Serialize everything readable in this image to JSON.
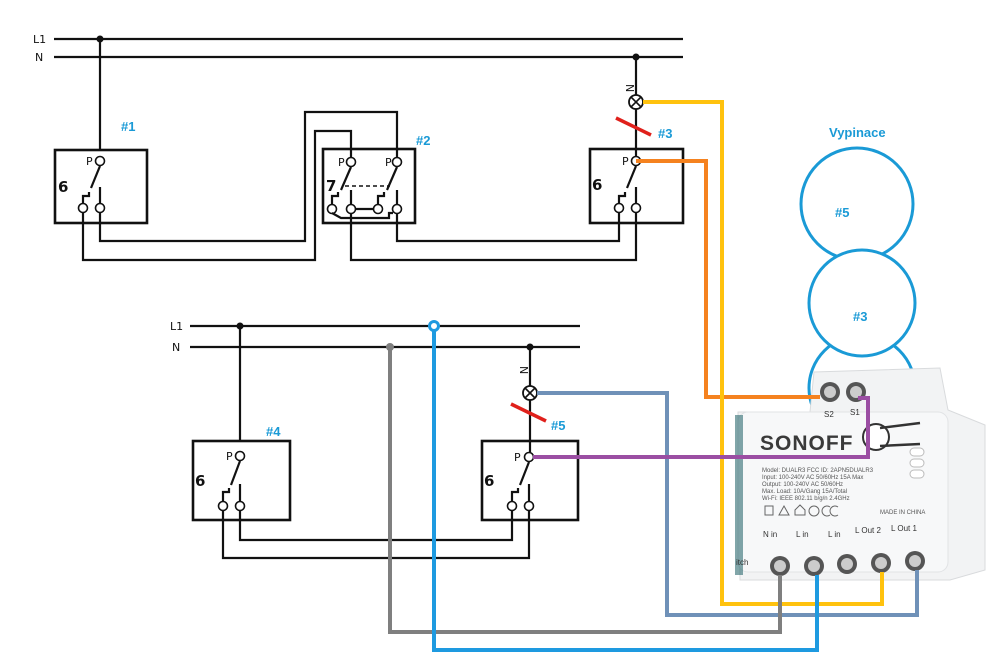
{
  "top_circuit": {
    "line_labels": [
      "L1",
      "N"
    ],
    "switches": [
      {
        "tag": "#1",
        "type": "6",
        "terminal": "P"
      },
      {
        "tag": "#2",
        "type": "7",
        "terminal": "P"
      },
      {
        "tag": "#3",
        "type": "6",
        "terminal": "P"
      }
    ],
    "lamp_label": "N"
  },
  "bottom_circuit": {
    "line_labels": [
      "L1",
      "N"
    ],
    "switches": [
      {
        "tag": "#4",
        "type": "6",
        "terminal": "P"
      },
      {
        "tag": "#5",
        "type": "6",
        "terminal": "P"
      }
    ],
    "lamp_label": "N"
  },
  "switch_plates": {
    "title": "Vypinace",
    "items": [
      "#5",
      "#3"
    ]
  },
  "device": {
    "brand": "SONOFF",
    "top_terminals": [
      "S2",
      "S1"
    ],
    "bottom_terminals": [
      "N in",
      "L in",
      "L in",
      "L Out 2",
      "L Out 1"
    ],
    "specs": [
      "Model: DUALR3      FCC ID: 2APN5DUALR3",
      "Input: 100-240V AC 50/60Hz 15A Max",
      "Output: 100-240V AC 50/60Hz",
      "Max. Load: 10A/Gang 15A/Total",
      "Wi-Fi: IEEE 802.11 b/g/n 2.4GHz"
    ],
    "made_in": "MADE IN CHINA",
    "side_text": "itch"
  },
  "wire_colors": {
    "orange": "#f5821f",
    "yellow": "#ffc20e",
    "purple": "#9b4ea3",
    "gray": "#7f7f7f",
    "blue": "#1e9ae0",
    "steel_blue": "#6f91b8",
    "red_slash": "#e0201b",
    "tag_blue": "#1a9ad6"
  }
}
